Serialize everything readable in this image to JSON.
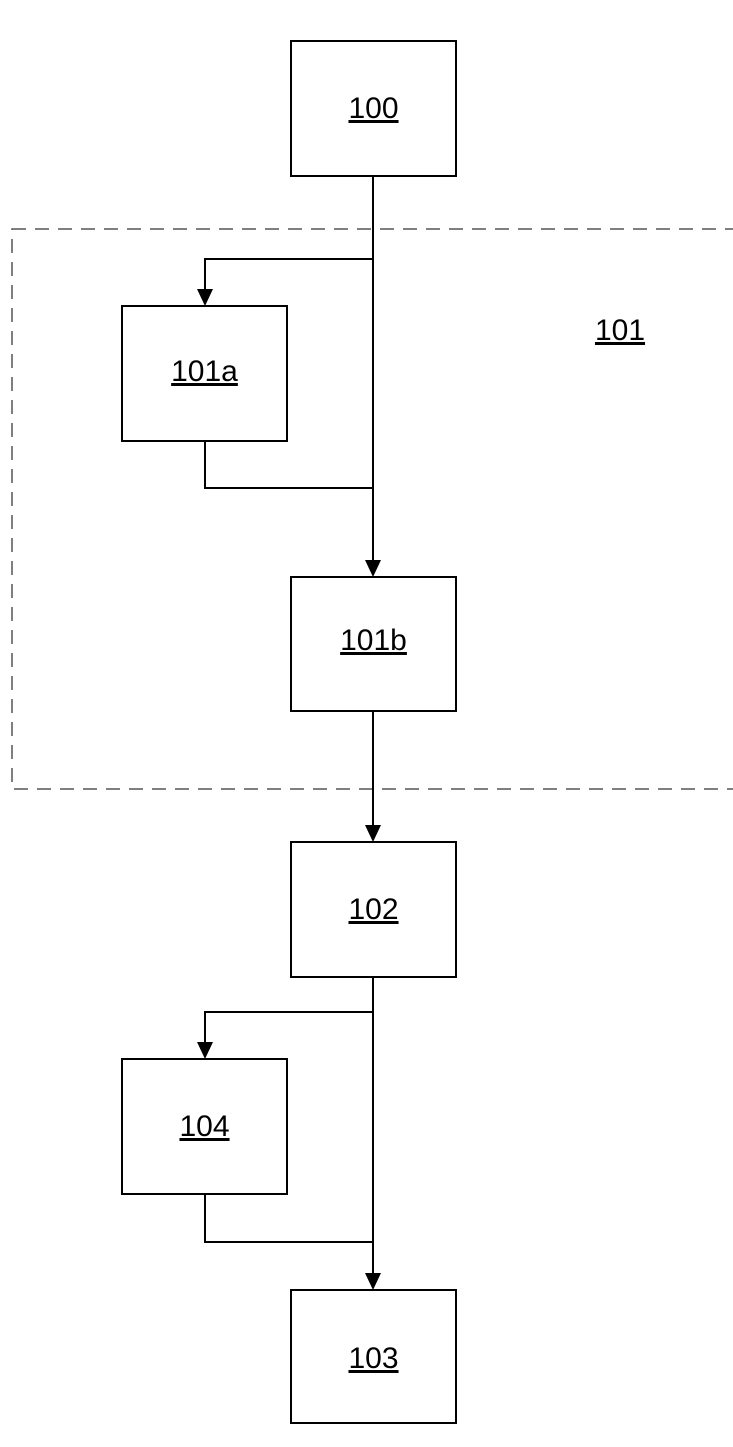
{
  "diagram": {
    "blocks": {
      "b100": "100",
      "b101a": "101a",
      "b101b": "101b",
      "b102": "102",
      "b104": "104",
      "b103": "103"
    },
    "group_label": "101",
    "group_style": "dashed-border",
    "label_style": "underlined"
  }
}
